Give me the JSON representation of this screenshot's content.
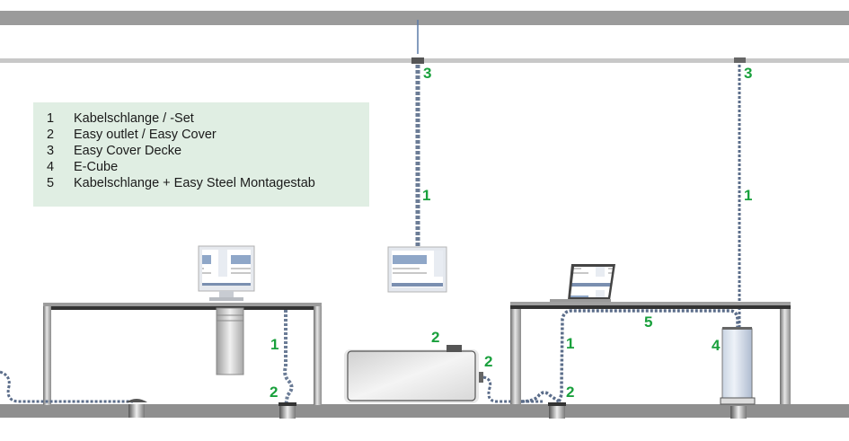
{
  "legend": {
    "items": [
      {
        "num": "1",
        "label": "Kabelschlange / -Set"
      },
      {
        "num": "2",
        "label": "Easy outlet / Easy Cover"
      },
      {
        "num": "3",
        "label": "Easy Cover Decke"
      },
      {
        "num": "4",
        "label": "E-Cube"
      },
      {
        "num": "5",
        "label": "Kabelschlange + Easy Steel Montagestab"
      }
    ]
  },
  "callouts": {
    "ceiling_left_3": "3",
    "ceiling_right_3": "3",
    "hanging_left_1": "1",
    "hanging_right_1": "1",
    "desk1_1": "1",
    "desk1_2": "2",
    "box_top_2": "2",
    "box_side_2": "2",
    "desk2_1": "1",
    "desk2_2": "2",
    "desk2_5": "5",
    "ecube_4": "4"
  },
  "colors": {
    "callout": "#19a03c",
    "legend_bg": "#e0eee3",
    "ceiling": "#9a9a9a",
    "floor": "#8f8f8f",
    "cable": "#5b6d8a"
  }
}
